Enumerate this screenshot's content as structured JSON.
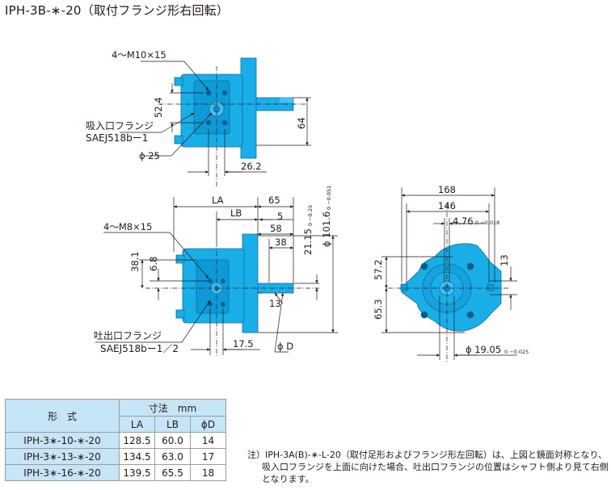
{
  "title": "IPH-3B-∗-20（取付フランジ形右回転）",
  "colors": {
    "pump_body": "#1aaee8",
    "pump_body_dark": "#0e8fc8",
    "line": "#231815",
    "table_header": "#c6e5f6"
  },
  "top_view": {
    "bolt_label": "4〜M10×15",
    "dim_52_4": "52.4",
    "dim_64": "64",
    "inlet_label_1": "吸入口フランジ",
    "inlet_label_2": "SAEJ518bー1",
    "dim_phi25": "ϕ 25",
    "dim_26_2": "26.2"
  },
  "side_view": {
    "dim_LA": "LA",
    "dim_65": "65",
    "dim_LB": "LB",
    "dim_5": "5",
    "dim_58": "58",
    "dim_38": "38",
    "dim_21_15": "21.15",
    "dim_21_15_tol": "0 −0.25",
    "dim_101_6": "ϕ 101.6",
    "dim_101_6_tol": "0 −0.051",
    "bolt_label": "4〜M8×15",
    "dim_38_1": "38.1",
    "dim_6_8": "6.8",
    "dim_13": "13",
    "dim_17_5": "17.5",
    "dim_phiD": "ϕ D",
    "outlet_label_1": "吐出口フランジ",
    "outlet_label_2": "SAEJ518bー1／2"
  },
  "front_view": {
    "dim_168": "168",
    "dim_146": "146",
    "dim_4_76": "4.76",
    "dim_4_76_tol": "0 −0.018",
    "dim_57_2": "57.2",
    "dim_13": "13",
    "dim_65_3": "65.3",
    "dim_19_05": "ϕ 19.05",
    "dim_19_05_tol": "0 −0.025"
  },
  "table": {
    "col_model": "形　式",
    "col_dims": "寸法　mm",
    "sub_headers": [
      "LA",
      "LB",
      "ϕD"
    ],
    "rows": [
      {
        "model": "IPH-3∗-10-∗-20",
        "la": "128.5",
        "lb": "60.0",
        "d": "14"
      },
      {
        "model": "IPH-3∗-13-∗-20",
        "la": "134.5",
        "lb": "63.0",
        "d": "17"
      },
      {
        "model": "IPH-3∗-16-∗-20",
        "la": "139.5",
        "lb": "65.5",
        "d": "18"
      }
    ]
  },
  "note": {
    "line1": "注）IPH-3A(B)-∗-L-20（取付足形およびフランジ形左回転）は、上図と鏡面対称となり、",
    "line2": "吸入口フランジを上面に向けた場合、吐出口フランジの位置はシャフト側より見て右側",
    "line3": "となります。"
  }
}
